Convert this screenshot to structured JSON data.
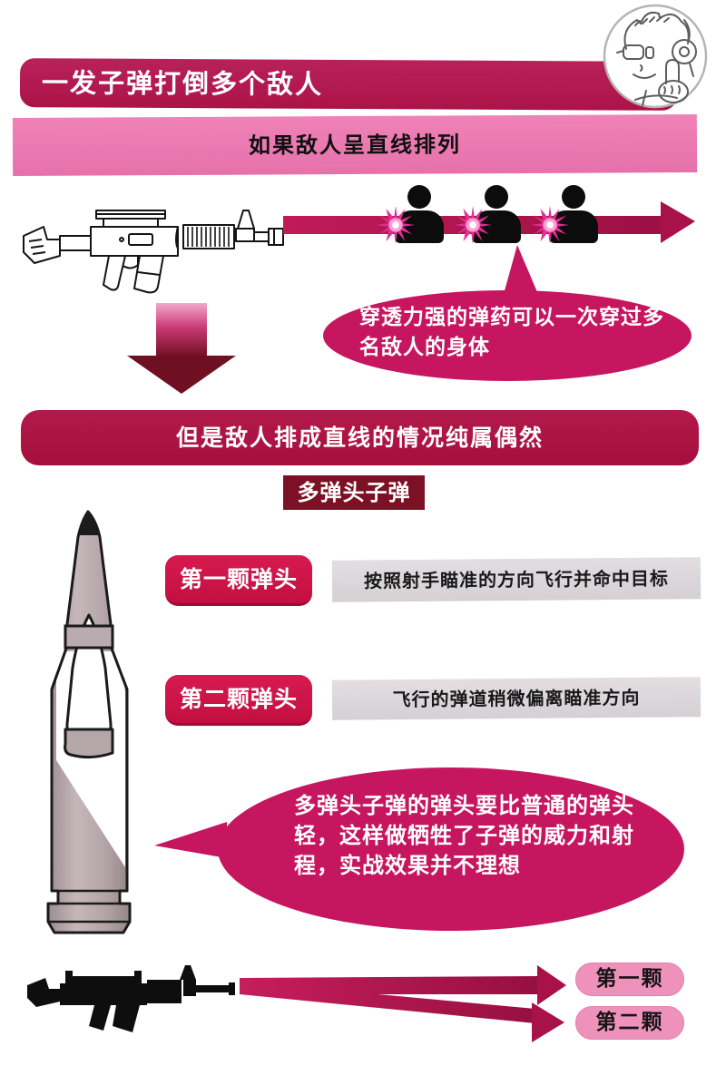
{
  "title_banner": {
    "text": "一发子弹打倒多个敌人"
  },
  "condition_banner": {
    "text": "如果敌人呈直线排列"
  },
  "bubble_penetration": {
    "line1": "穿透力强的弹药可以一次穿过多",
    "line2": "名敌人的身体"
  },
  "but_banner": {
    "text": "但是敌人排成直线的情况纯属偶然"
  },
  "section_tag": {
    "text": "多弹头子弹"
  },
  "warheads": [
    {
      "label": "第一颗弹头",
      "desc": "按照射手瞄准的方向飞行并命中目标"
    },
    {
      "label": "第二颗弹头",
      "desc": "飞行的弹道稍微偏离瞄准方向"
    }
  ],
  "bubble_drawback": {
    "line1": "多弹头子弹的弹头要比普通的弹头",
    "line2": "轻，这样做牺牲了子弹的威力和射",
    "line3": "程，实战效果并不理想"
  },
  "trajectory_pills": [
    "第一颗",
    "第二颗"
  ],
  "enemy_count": 3,
  "icons": {
    "mascot": "thumbs-up-boy-icon",
    "rifle_top": "m4-carbine-line-art",
    "rifle_bottom": "m4-carbine-silhouette",
    "cartridge": "multi-projectile-cartridge-cutaway",
    "impact": "impact-starburst"
  },
  "colors": {
    "deep_crimson": "#b01c4e",
    "banner_pink": "#eb76b1",
    "bubble_magenta": "#c6165f",
    "dark_red_banner": "#ab1140",
    "maroon_tag": "#7c1125",
    "label_red": "#d0154a",
    "gray_bar": "#d8d4d7",
    "pill_pink": "#ee92bc",
    "arrow_crimson": "#bb1952",
    "down_arrow_dark": "#6f0f22"
  }
}
